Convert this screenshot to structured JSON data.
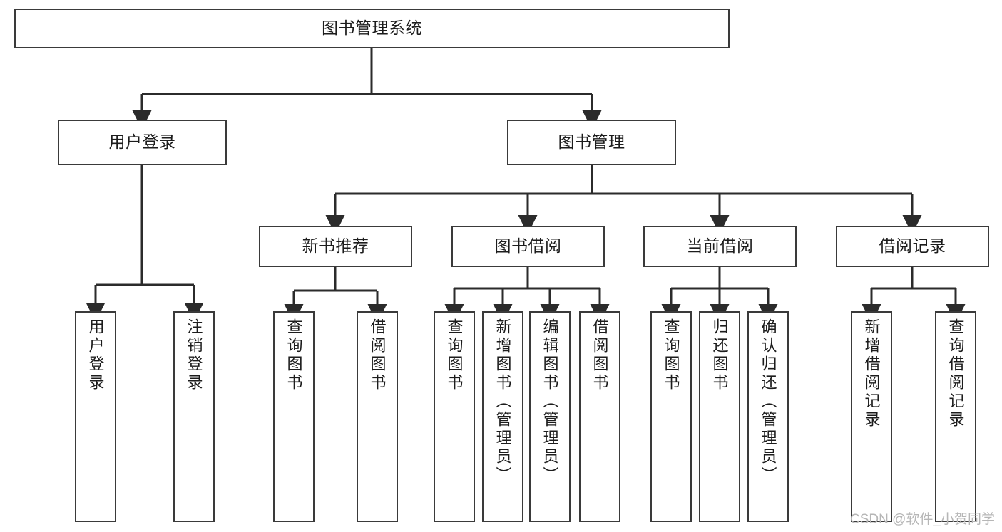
{
  "diagram": {
    "type": "tree",
    "title": "图书管理系统",
    "orientation": "top-down",
    "style": {
      "box_fill": "#ffffff",
      "box_border": "#3a3a3a",
      "edge_color": "#2b2b2b",
      "text_color": "#1c1c1c",
      "background": "#ffffff"
    },
    "root": {
      "label": "图书管理系统"
    },
    "level2": [
      {
        "label": "用户登录"
      },
      {
        "label": "图书管理"
      }
    ],
    "level3": [
      {
        "label": "新书推荐"
      },
      {
        "label": "图书借阅"
      },
      {
        "label": "当前借阅"
      },
      {
        "label": "借阅记录"
      }
    ],
    "leaves": {
      "user_login": [
        {
          "label": "用户登录"
        },
        {
          "label": "注销登录"
        }
      ],
      "new_book_recommend": [
        {
          "label": "查询图书"
        },
        {
          "label": "借阅图书"
        }
      ],
      "book_borrow": [
        {
          "label": "查询图书"
        },
        {
          "label": "新增图书（管理员）"
        },
        {
          "label": "编辑图书（管理员）"
        },
        {
          "label": "借阅图书"
        }
      ],
      "current_borrow": [
        {
          "label": "查询图书"
        },
        {
          "label": "归还图书"
        },
        {
          "label": "确认归还（管理员）"
        }
      ],
      "borrow_record": [
        {
          "label": "新增借阅记录"
        },
        {
          "label": "查询借阅记录"
        }
      ]
    }
  },
  "watermark": {
    "text": "CSDN @软件_小贺同学"
  }
}
